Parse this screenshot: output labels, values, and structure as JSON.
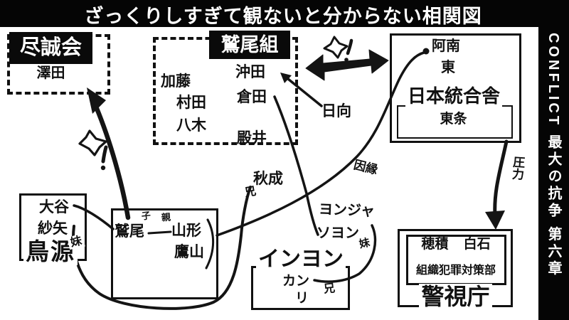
{
  "title_bar": {
    "text": "ざっくりしすぎて観ないと分からない相関図"
  },
  "side_bar": {
    "text": "CONFLICT 最大の抗争 第六章"
  },
  "colors": {
    "ink": "#111111",
    "bar": "#050505",
    "background": "#ffffff"
  },
  "groups": {
    "jinseikai": {
      "name": "尽誠会",
      "members": [
        "澤田"
      ]
    },
    "washiogumi": {
      "name": "鷲尾組",
      "left_members": [
        "加藤",
        "村田",
        "八木"
      ],
      "right_members": [
        "沖田",
        "倉田",
        "殿井"
      ]
    },
    "tougousha": {
      "name": "日本統合舎",
      "outer_members": [
        "阿南",
        "東"
      ],
      "inner_members": [
        "東条"
      ]
    },
    "keishicho": {
      "name": "警視庁",
      "division": "組織犯罪対策部",
      "members": [
        "穂積",
        "白石"
      ]
    },
    "torigen": {
      "name": "鳥源",
      "members": [
        "大谷",
        "紗矢"
      ]
    },
    "washio_family": {
      "members": [
        "鷲尾",
        "山形",
        "鷹山"
      ]
    },
    "inyon": {
      "name": "インヨン",
      "members": [
        "カン",
        "リ"
      ]
    }
  },
  "people": {
    "hinata": "日向",
    "akinari": "秋成",
    "yonja": "ヨンジャ",
    "soyon": "ソヨン"
  },
  "relation_labels": {
    "innen": "因縁",
    "pressure": "圧力",
    "child": "子",
    "parent": "親",
    "brother_left": "兄",
    "brother_right": "兄",
    "sister_left": "妹",
    "sister_right": "妹"
  }
}
